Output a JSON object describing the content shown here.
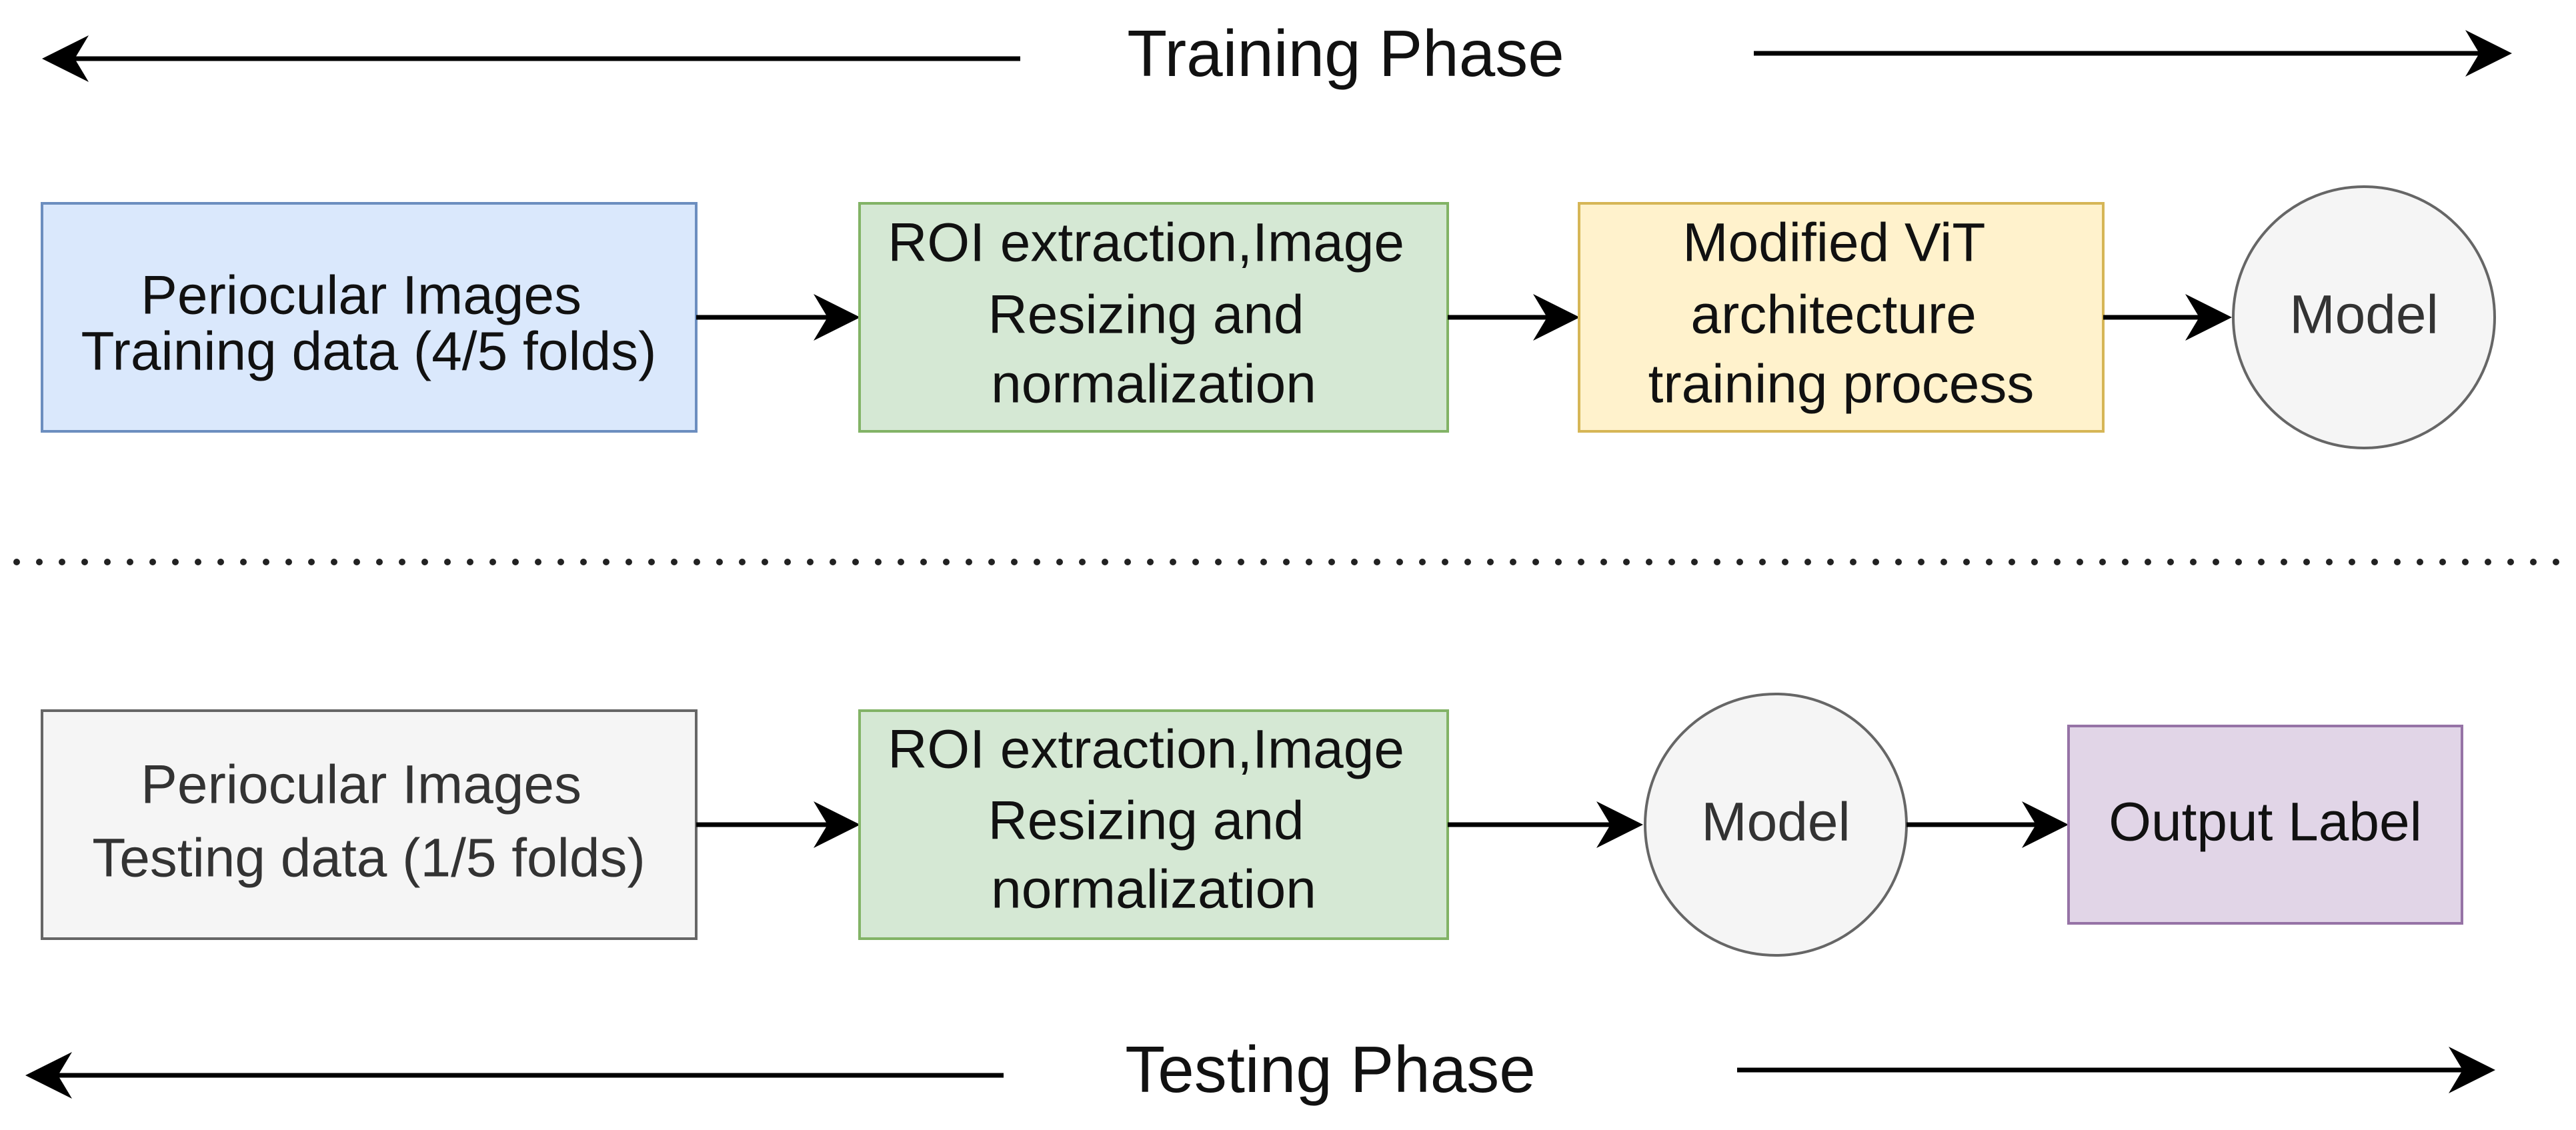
{
  "training": {
    "phase_label": "Training Phase",
    "input_box": {
      "lines": [
        "Periocular Images",
        "Training data (4/5 folds)"
      ],
      "fill": "#dae8fc",
      "stroke": "#6c8ebf"
    },
    "preprocess_box": {
      "lines": [
        "ROI extraction,Image",
        "Resizing and",
        "normalization"
      ],
      "fill": "#d5e8d4",
      "stroke": "#82b366"
    },
    "training_box": {
      "lines": [
        "Modified ViT",
        "architecture",
        "training process"
      ],
      "fill": "#fff2cc",
      "stroke": "#d6b656"
    },
    "model_node": {
      "label": "Model",
      "fill": "#f5f5f5",
      "stroke": "#666666"
    }
  },
  "testing": {
    "phase_label": "Testing Phase",
    "input_box": {
      "lines": [
        "Periocular Images",
        "Testing data (1/5 folds)"
      ],
      "fill": "#f5f5f5",
      "stroke": "#666666"
    },
    "preprocess_box": {
      "lines": [
        "ROI extraction,Image",
        "Resizing and",
        "normalization"
      ],
      "fill": "#d5e8d4",
      "stroke": "#82b366"
    },
    "model_node": {
      "label": "Model",
      "fill": "#f5f5f5",
      "stroke": "#666666"
    },
    "output_box": {
      "label": "Output Label",
      "fill": "#e1d5e7",
      "stroke": "#9673a6"
    }
  }
}
